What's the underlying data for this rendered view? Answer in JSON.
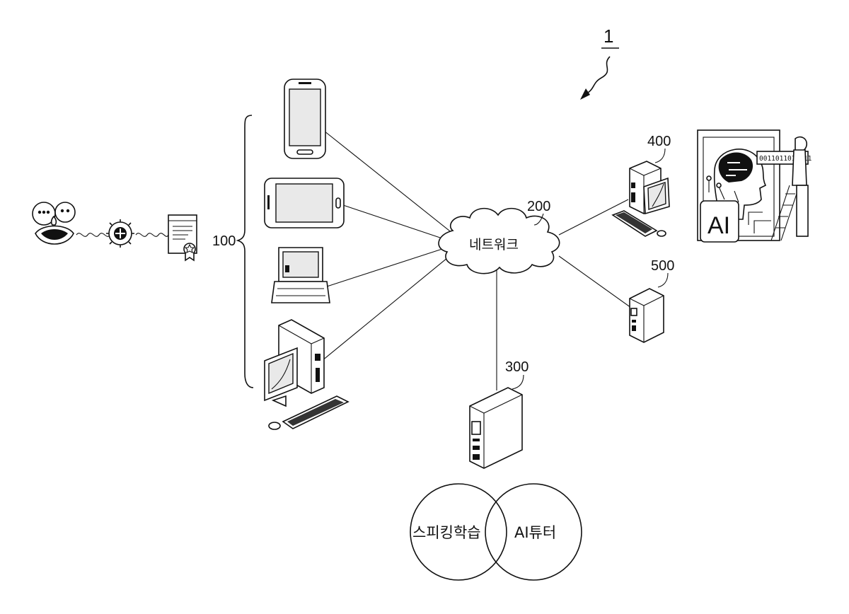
{
  "figure": {
    "ref_label": "1",
    "labels": {
      "user_devices": "100",
      "network": "200",
      "server_300": "300",
      "server_400": "400",
      "server_500": "500"
    },
    "network_text": "네트워크",
    "venn": {
      "left": "스피킹학습",
      "right": "AI튜터"
    },
    "ai_board": {
      "badge": "AI",
      "binary": "0011011010111"
    },
    "icons": [
      "speech-mouth-icon",
      "brain-gear-icon",
      "certificate-icon",
      "smartphone-icon",
      "tablet-icon",
      "laptop-icon",
      "desktop-icon",
      "network-cloud-icon",
      "server-icon",
      "ai-board-icon"
    ]
  }
}
